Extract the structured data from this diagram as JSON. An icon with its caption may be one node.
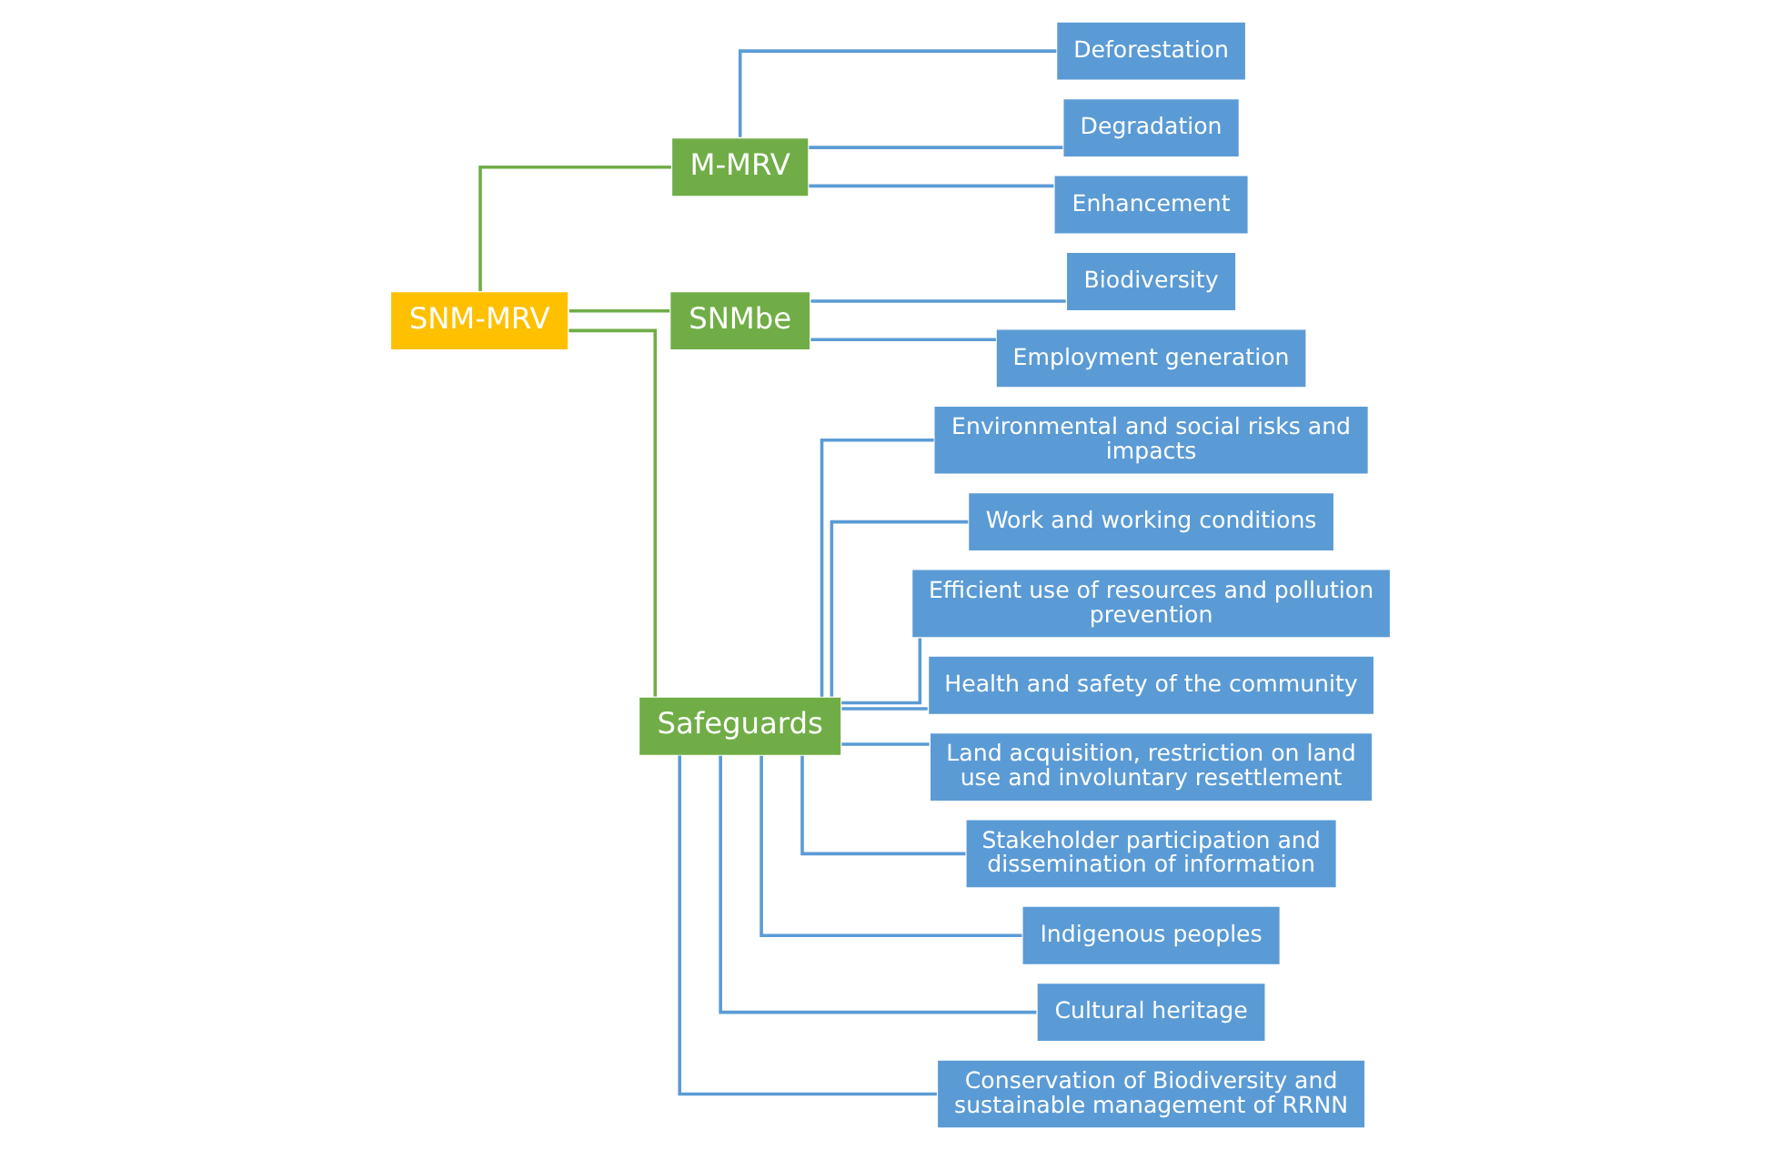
{
  "diagram": {
    "nodes": [
      {
        "text": [
          "SNM-MRV"
        ]
      },
      {
        "text": [
          "M-MRV"
        ]
      },
      {
        "text": [
          "SNMbe"
        ]
      },
      {
        "text": [
          "Safeguards"
        ]
      },
      {
        "text": [
          "Deforestation"
        ]
      },
      {
        "text": [
          "Degradation"
        ]
      },
      {
        "text": [
          "Enhancement"
        ]
      },
      {
        "text": [
          "Biodiversity"
        ]
      },
      {
        "text": [
          "Employment generation"
        ]
      },
      {
        "text": [
          "Environmental and social risks and impacts"
        ]
      },
      {
        "text": [
          "Work and working conditions"
        ]
      },
      {
        "text": [
          "Efficient use of resources and pollution prevention"
        ]
      },
      {
        "text": [
          "Health and safety of the community"
        ]
      },
      {
        "text": [
          "Land acquisition, restriction on land use and involuntary resettlement"
        ]
      },
      {
        "text": [
          "Stakeholder participation and dissemination of information"
        ]
      },
      {
        "text": [
          "Indigenous peoples"
        ]
      },
      {
        "text": [
          "Cultural heritage"
        ]
      },
      {
        "text": [
          "Conservation of Biodiversity and sustainable management of RRNN"
        ]
      }
    ],
    "edges": [
      {
        "from": 0,
        "to": 1,
        "arrow": "none",
        "color": "#70ad47"
      },
      {
        "from": 0,
        "to": 2,
        "arrow": "none",
        "color": "#70ad47"
      },
      {
        "from": 0,
        "to": 3,
        "arrow": "none",
        "color": "#70ad47"
      },
      {
        "from": 1,
        "to": 4,
        "arrow": "none"
      },
      {
        "from": 1,
        "to": 5,
        "arrow": "none"
      },
      {
        "from": 1,
        "to": 6,
        "arrow": "none"
      },
      {
        "from": 2,
        "to": 7,
        "arrow": "none"
      },
      {
        "from": 2,
        "to": 8,
        "arrow": "none"
      },
      {
        "from": 3,
        "to": 9,
        "arrow": "none"
      },
      {
        "from": 3,
        "to": 10,
        "arrow": "none"
      },
      {
        "from": 3,
        "to": 11,
        "arrow": "none"
      },
      {
        "from": 3,
        "to": 12,
        "arrow": "none"
      },
      {
        "from": 3,
        "to": 13,
        "arrow": "none"
      },
      {
        "from": 3,
        "to": 14,
        "arrow": "none"
      },
      {
        "from": 3,
        "to": 15,
        "arrow": "none"
      },
      {
        "from": 3,
        "to": 16,
        "arrow": "none"
      },
      {
        "from": 3,
        "to": 17,
        "arrow": "none"
      }
    ]
  }
}
